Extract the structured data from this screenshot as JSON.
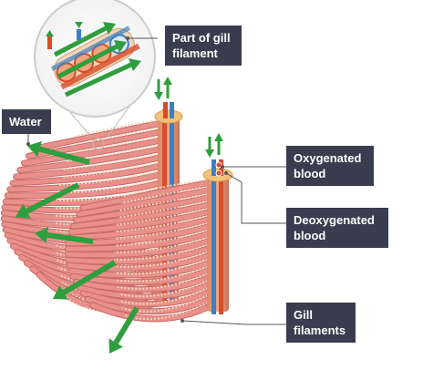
{
  "labels": {
    "water": "Water",
    "gill_filament_part": [
      "Part of gill",
      "filament"
    ],
    "oxygenated": [
      "Oxygenated",
      "blood"
    ],
    "deoxygenated": [
      "Deoxygenated",
      "blood"
    ],
    "gill_filaments": [
      "Gill",
      "filaments"
    ]
  },
  "colors": {
    "label_bg": "#3a3d4f",
    "label_text": "#ffffff",
    "arrow": "#2e9e3e",
    "filament": "#e9908b",
    "filament_dark": "#c96a66",
    "lamellae": "#f0d7b5",
    "vessel_red": "#d94b2b",
    "vessel_blue": "#3a7fc4",
    "arch": "#e8a070",
    "cap": "#f3c27a"
  },
  "icons": {
    "magnifier": "magnifier-circle-icon",
    "water_flow": "arrow-icon",
    "blood_flow_in": "arrow-down-icon",
    "blood_flow_out": "arrow-up-icon"
  }
}
